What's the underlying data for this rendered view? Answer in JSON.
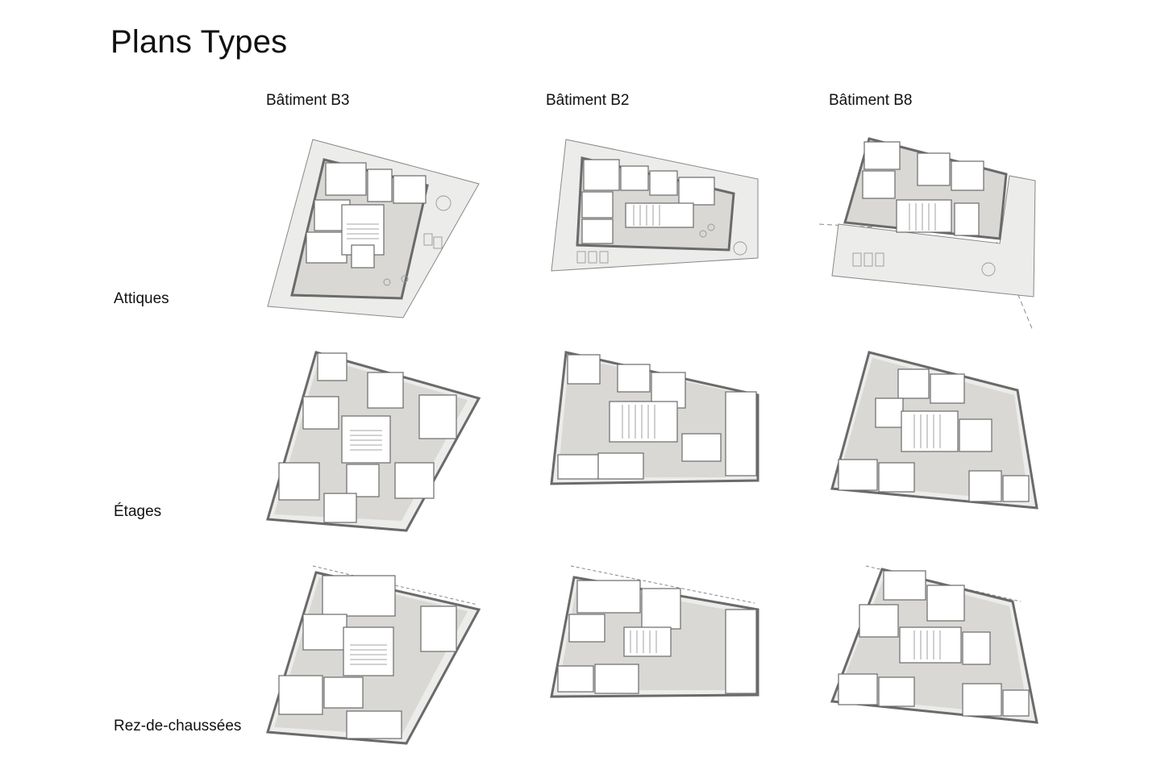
{
  "page": {
    "title": "Plans Types"
  },
  "columns": [
    "Bâtiment B3",
    "Bâtiment B2",
    "Bâtiment B8"
  ],
  "rows": [
    "Attiques",
    "Étages",
    "Rez-de-chaussées"
  ],
  "colors": {
    "terrace": "#ececea",
    "common": "#d9d8d4",
    "wall": "#6a6a6a",
    "room": "#ffffff",
    "line": "#777777"
  }
}
